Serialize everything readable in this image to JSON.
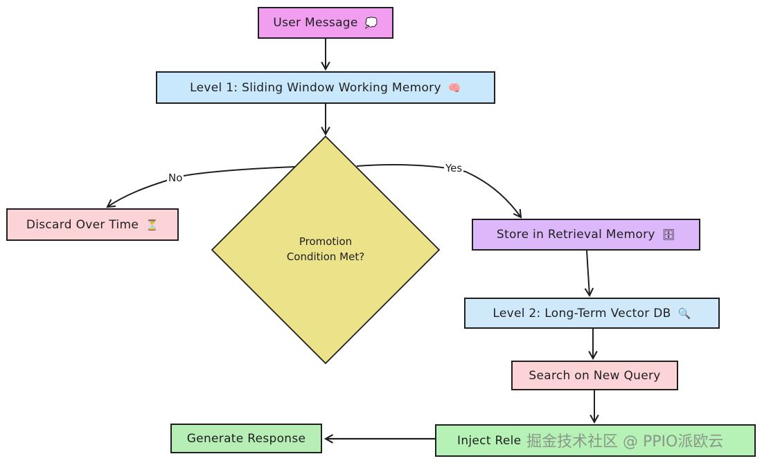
{
  "diagram": {
    "nodes": {
      "user_message": {
        "label": "User Message",
        "icon": "💭",
        "icon_name": "thought-bubble-icon",
        "color": "#f19ef0"
      },
      "level1": {
        "label": "Level 1: Sliding Window Working Memory",
        "icon": "🧠",
        "icon_name": "brain-icon",
        "color": "#c9e8fb"
      },
      "decision": {
        "line1": "Promotion",
        "line2": "Condition Met?",
        "color": "#ece28a"
      },
      "discard": {
        "label": "Discard Over Time",
        "icon": "⏳",
        "icon_name": "hourglass-icon",
        "color": "#fcd3d7"
      },
      "store": {
        "label": "Store in Retrieval Memory",
        "icon": "🗄",
        "icon_name": "file-cabinet-icon",
        "color": "#dcb8fa"
      },
      "level2": {
        "label": "Level 2: Long-Term Vector DB",
        "icon": "🔍",
        "icon_name": "magnifier-icon",
        "color": "#cfe9fb"
      },
      "search": {
        "label": "Search on New Query",
        "color": "#fcd3d7"
      },
      "inject": {
        "label": "Inject Rele",
        "color": "#b6f2b6"
      },
      "generate": {
        "label": "Generate Response",
        "color": "#b6eeb6"
      }
    },
    "edges": {
      "no_label": "No",
      "yes_label": "Yes"
    },
    "watermark": "掘金技术社区 @ PPIO派欧云"
  }
}
